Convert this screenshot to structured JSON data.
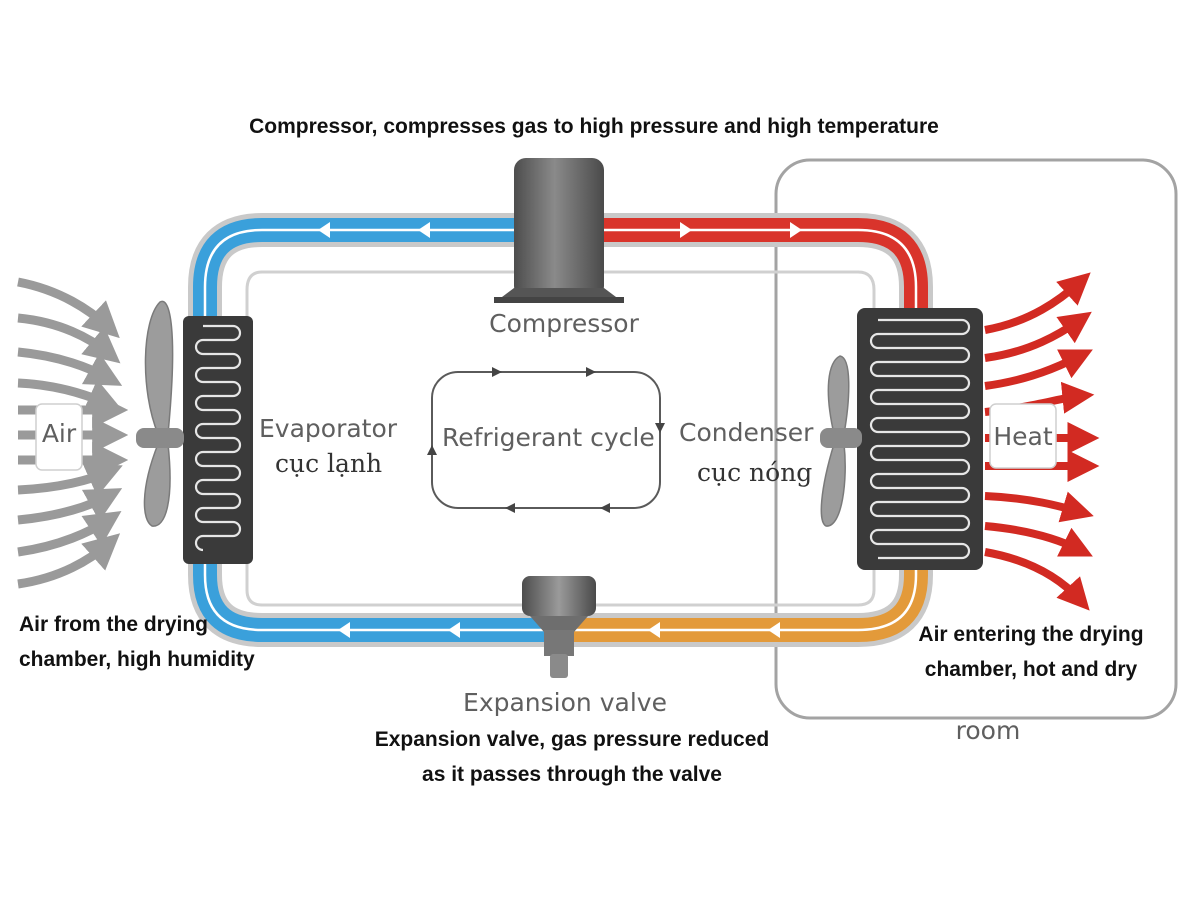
{
  "captions": {
    "compressor_top": "Compressor, compresses gas to high pressure and high temperature",
    "air_from_line1": "Air from the drying",
    "air_from_line2": "chamber, high humidity",
    "air_entering_line1": "Air entering the drying",
    "air_entering_line2": "chamber, hot and dry",
    "expansion_line1": "Expansion valve, gas pressure reduced",
    "expansion_line2": "as it passes through the valve"
  },
  "labels": {
    "compressor": "Compressor",
    "evaporator": "Evaporator",
    "evaporator_vi": "cục lạnh",
    "condenser": "Condenser",
    "condenser_vi": "cục nóng",
    "cycle": "Refrigerant cycle",
    "expansion_valve": "Expansion valve",
    "air": "Air",
    "heat": "Heat",
    "room": "room"
  },
  "colors": {
    "cold_pipe": "#3aa0db",
    "hot_pipe": "#d9342b",
    "warm_pipe": "#e39a3a",
    "coil_body": "#3a3a3a",
    "air_arrow": "#9a9a9a",
    "heat_arrow": "#d22a22"
  }
}
